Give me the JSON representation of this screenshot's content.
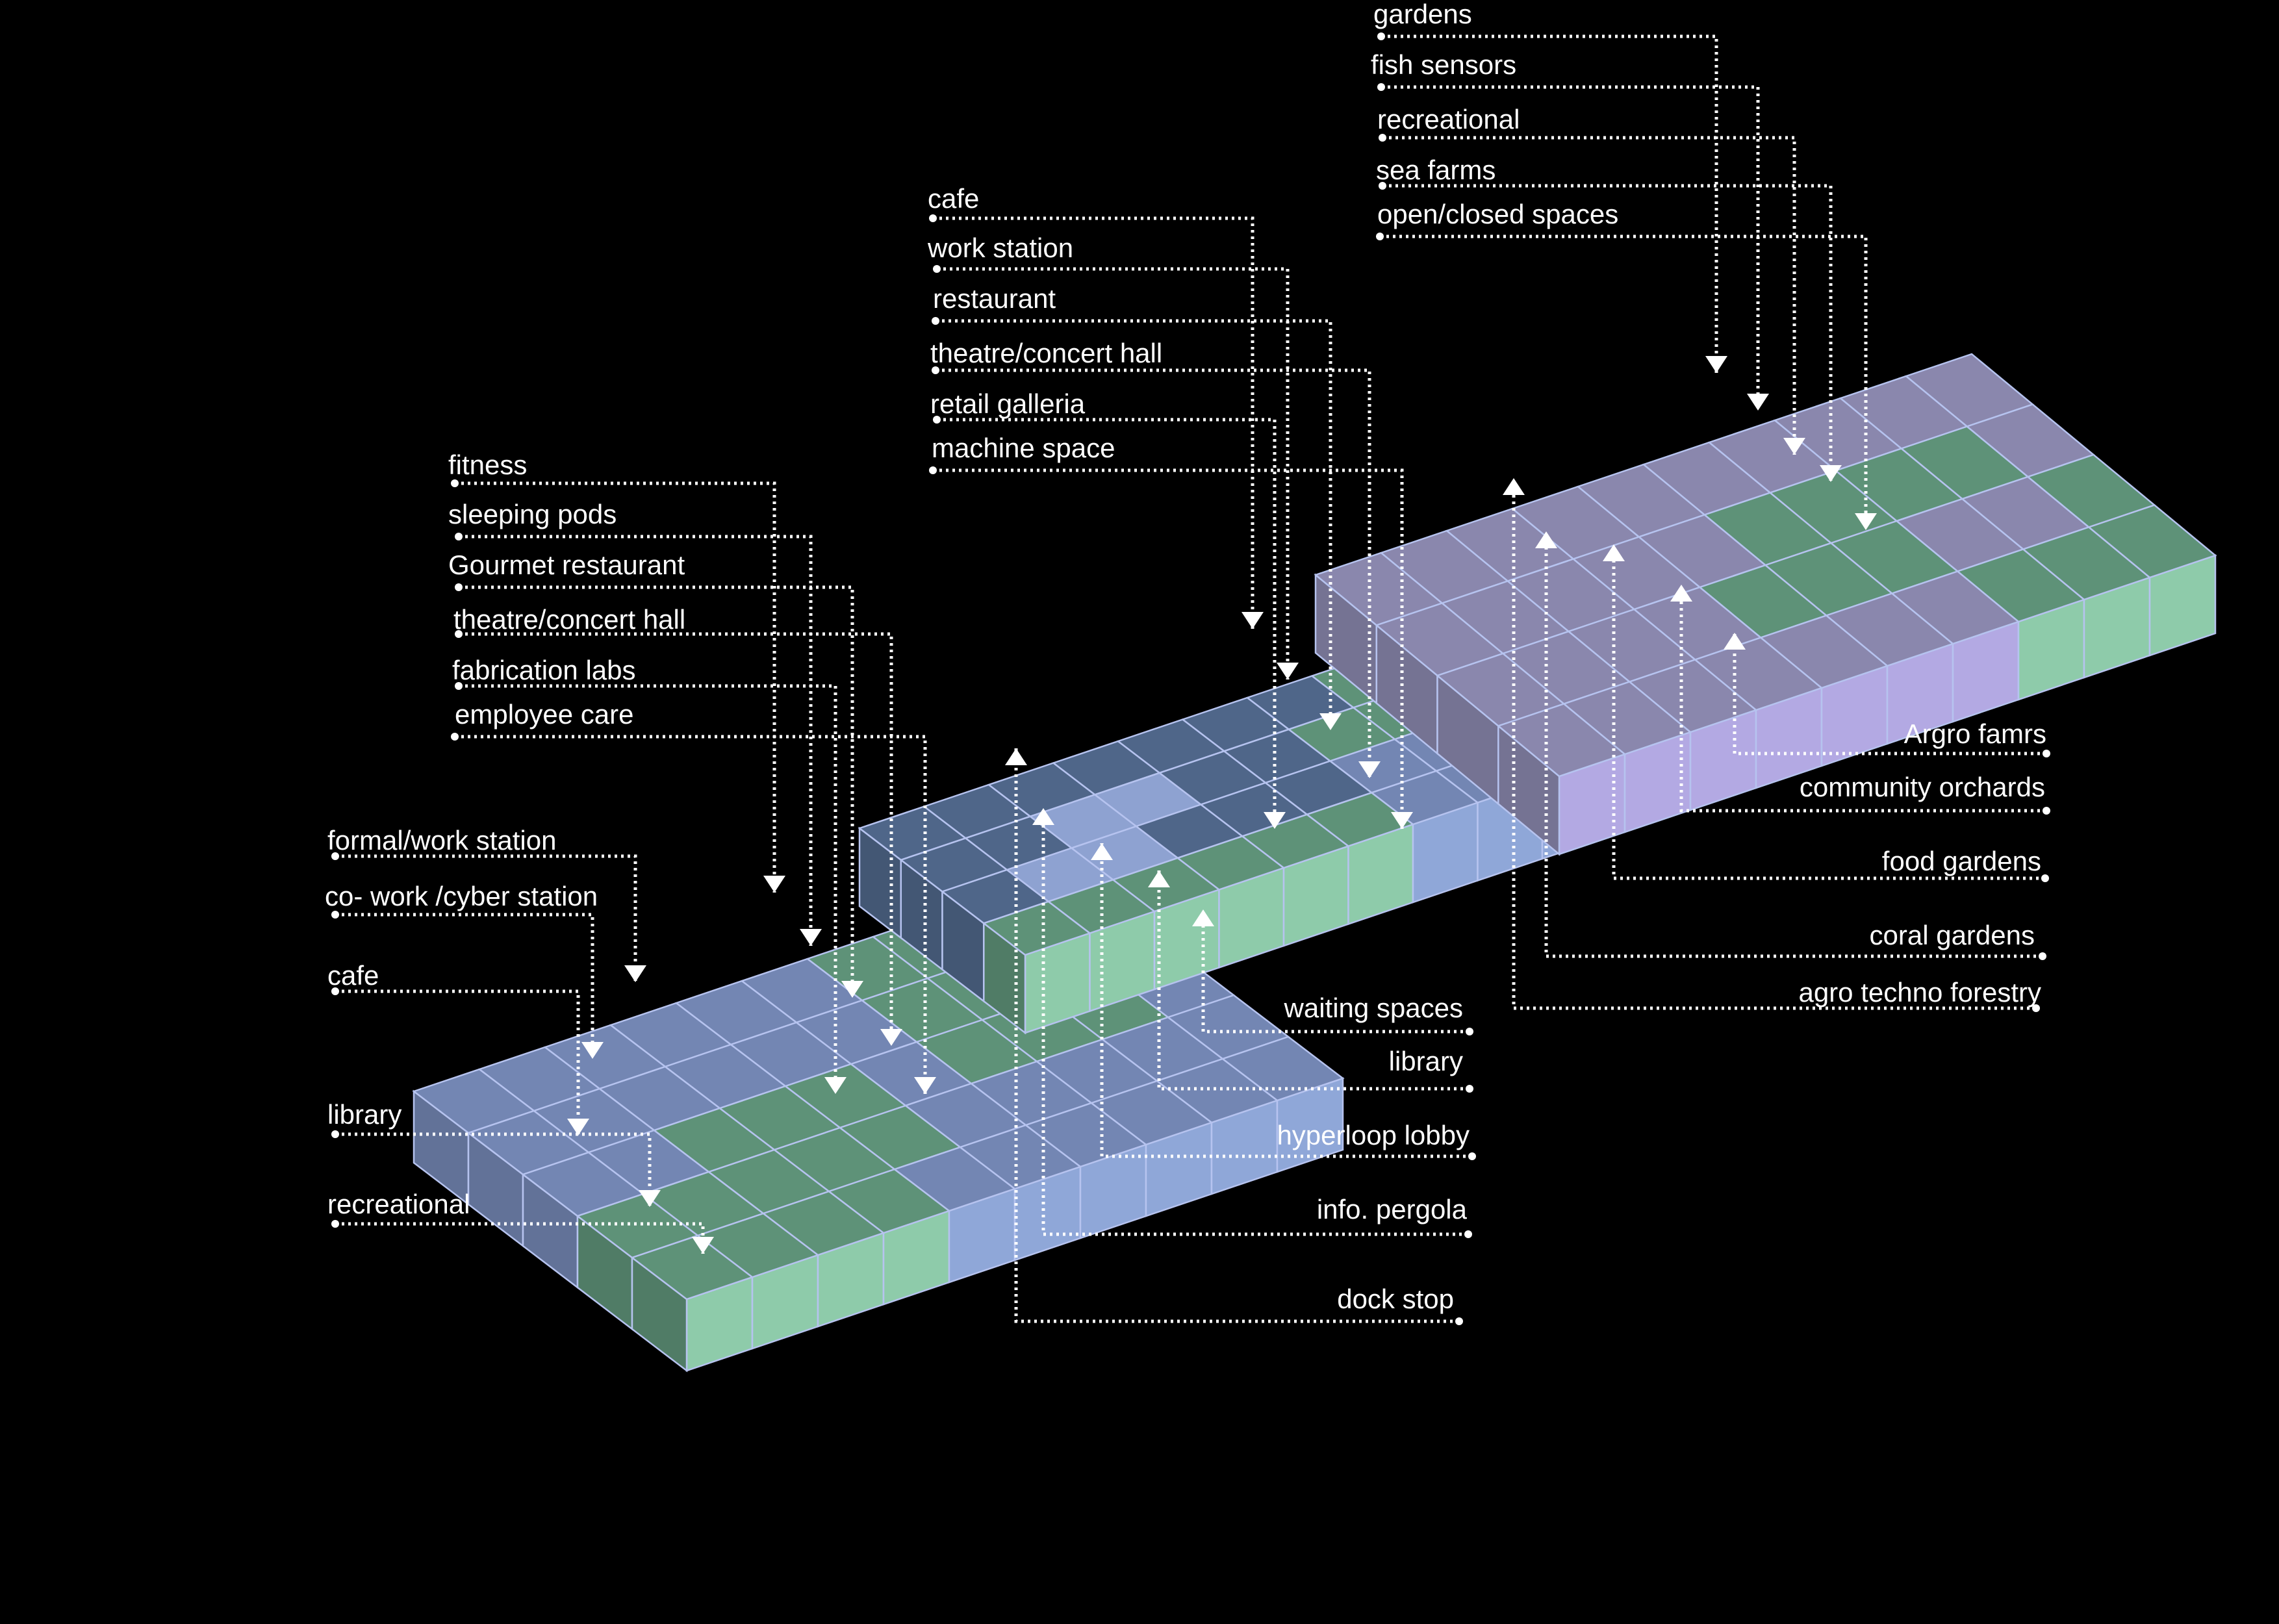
{
  "colors": {
    "background": "#000000",
    "label_text": "#ffffff",
    "blue_top": "#7386b3",
    "blue_dark_top": "#4f6689",
    "blue_light_top": "#8ea2d1",
    "blue_side": "#8fa7d8",
    "green_top": "#5e9278",
    "green_side": "#8ecbaa",
    "purple_top": "#8a87ad",
    "purple_side": "#b3a9e3",
    "grid_line": "#b6c3ef"
  },
  "left_module": {
    "labels_top": [
      "fitness",
      "sleeping pods",
      "Gourmet restaurant",
      "theatre/concert hall",
      "fabrication labs",
      "employee care"
    ],
    "labels_left": [
      "formal/work station",
      "co- work /cyber station",
      "cafe",
      "library",
      "recreational"
    ]
  },
  "middle_module": {
    "labels_top": [
      "cafe",
      "work station",
      "restaurant",
      "theatre/concert hall",
      "retail galleria",
      "machine space"
    ],
    "labels_right": [
      "waiting spaces",
      "library",
      "hyperloop lobby",
      "info. pergola",
      "dock stop"
    ]
  },
  "right_module": {
    "labels_top": [
      "gardens",
      "fish sensors",
      "recreational",
      "sea farms",
      "open/closed spaces"
    ],
    "labels_right": [
      "Argro famrs",
      "community orchards",
      "food gardens",
      "coral gardens",
      "agro techno forestry"
    ]
  }
}
